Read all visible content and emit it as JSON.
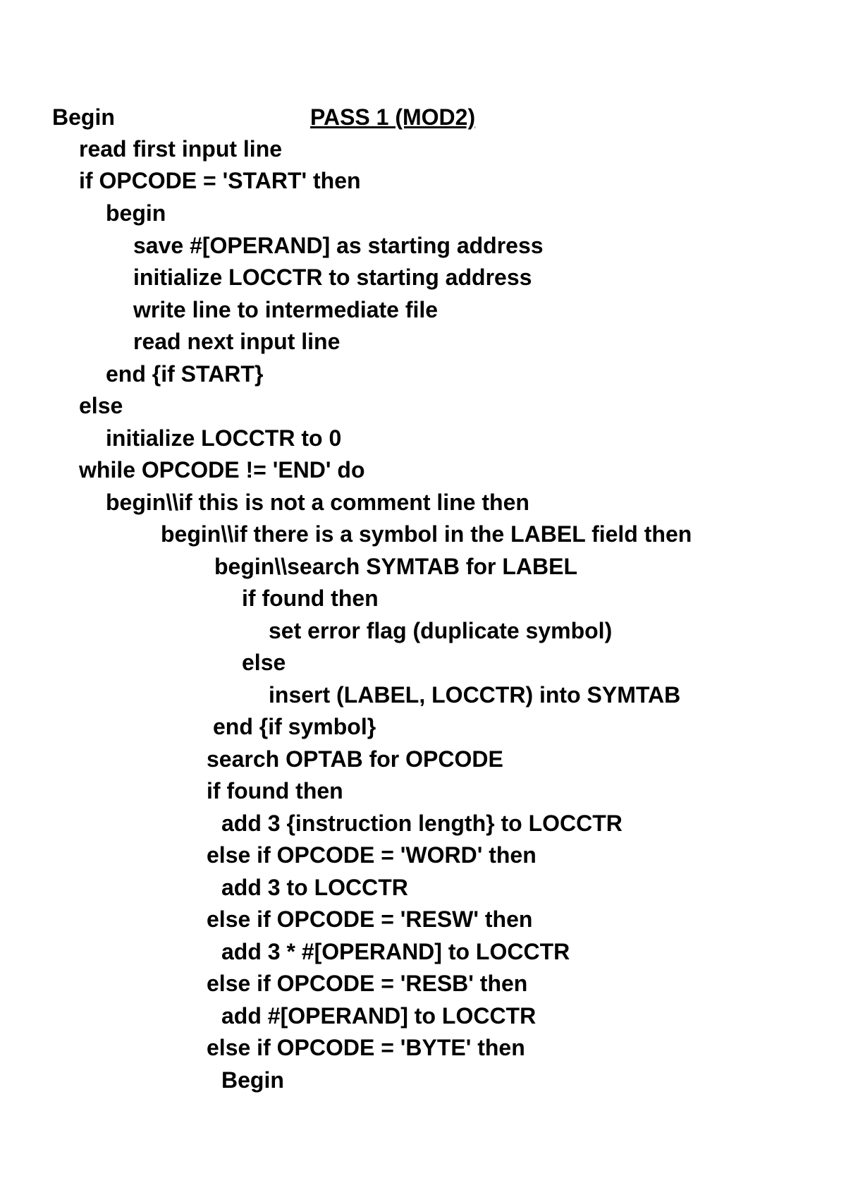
{
  "document": {
    "title": "PASS 1 (MOD2)",
    "lines": [
      "Begin",
      "read first input line",
      "if OPCODE = 'START' then",
      "begin",
      "save #[OPERAND] as starting address",
      "initialize LOCCTR to starting address",
      "write line to intermediate file",
      "read next input line",
      "end {if START}",
      "else",
      "initialize LOCCTR to 0",
      "while OPCODE != 'END' do",
      "begin\\\\if this is not a comment line then",
      "begin\\\\if there is a symbol in the LABEL field then",
      "begin\\\\search SYMTAB for LABEL",
      "if found then",
      "set error flag (duplicate symbol)",
      "else",
      "insert (LABEL, LOCCTR) into SYMTAB",
      "end {if symbol}",
      "search OPTAB for OPCODE",
      "if found then",
      "add 3 {instruction length} to LOCCTR",
      "else if OPCODE = 'WORD' then",
      "add 3 to LOCCTR",
      "else if OPCODE = 'RESW' then",
      "add 3 * #[OPERAND] to LOCCTR",
      "else if OPCODE = 'RESB' then",
      "add #[OPERAND] to LOCCTR",
      "else if OPCODE = 'BYTE' then",
      "Begin"
    ]
  }
}
